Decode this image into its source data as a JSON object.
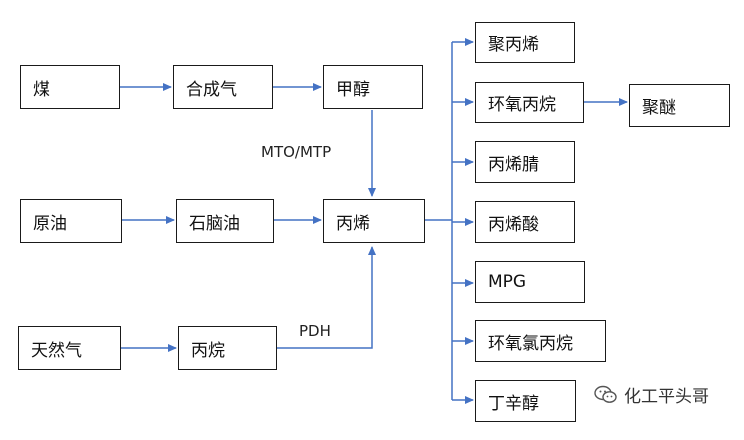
{
  "nodes": {
    "coal": "煤",
    "syngas": "合成气",
    "methanol": "甲醇",
    "crude": "原油",
    "naphtha": "石脑油",
    "propylene": "丙烯",
    "natgas": "天然气",
    "propane": "丙烷",
    "polypropylene": "聚丙烯",
    "propylene_oxide": "环氧丙烷",
    "polyether": "聚醚",
    "acrylonitrile": "丙烯腈",
    "acrylic_acid": "丙烯酸",
    "mpg": "MPG",
    "epichlorohydrin": "环氧氯丙烷",
    "butanol": "丁辛醇"
  },
  "edge_labels": {
    "mto": "MTO/MTP",
    "pdh": "PDH"
  },
  "watermark": "化工平头哥",
  "colors": {
    "arrow": "#4472c4",
    "border": "#1a1a1a"
  }
}
